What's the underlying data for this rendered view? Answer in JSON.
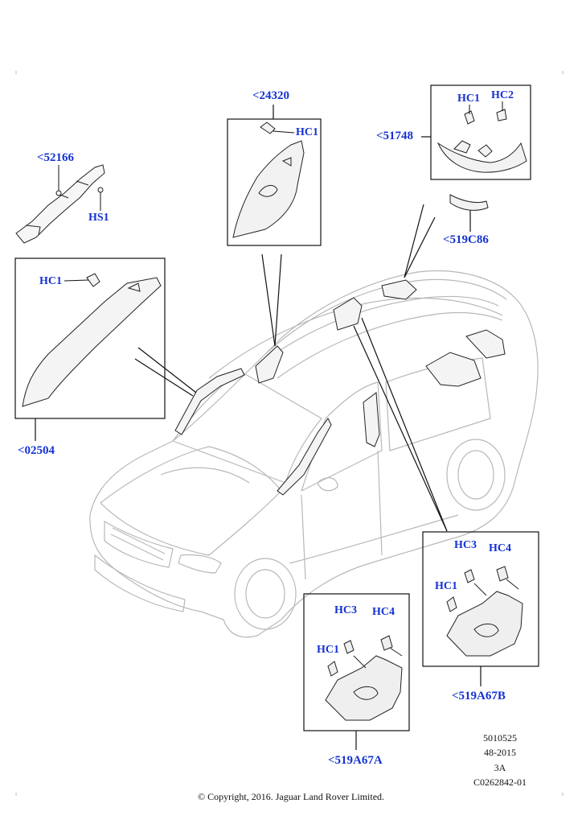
{
  "callouts": {
    "c52166": "<52166",
    "c24320": "<24320",
    "c51748": "<51748",
    "c519c86": "<519C86",
    "c02504": "<02504",
    "c519a67a": "<519A67A",
    "c519a67b": "<519A67B"
  },
  "hardware": {
    "hs1": "HS1",
    "hc1_24320": "HC1",
    "hc1_51748": "HC1",
    "hc2_51748": "HC2",
    "hc1_02504": "HC1",
    "hc3_a": "HC3",
    "hc4_a": "HC4",
    "hc1_a": "HC1",
    "hc3_b": "HC3",
    "hc4_b": "HC4",
    "hc1_b": "HC1"
  },
  "meta": {
    "line1": "5010525",
    "line2": "48-2015",
    "line3": "3A",
    "line4": "C0262842-01"
  },
  "copyright": "© Copyright, 2016. Jaguar Land Rover Limited.",
  "colors": {
    "callout_blue": "#1432d2",
    "line": "#111111",
    "car_outline": "#b8b8b8"
  }
}
